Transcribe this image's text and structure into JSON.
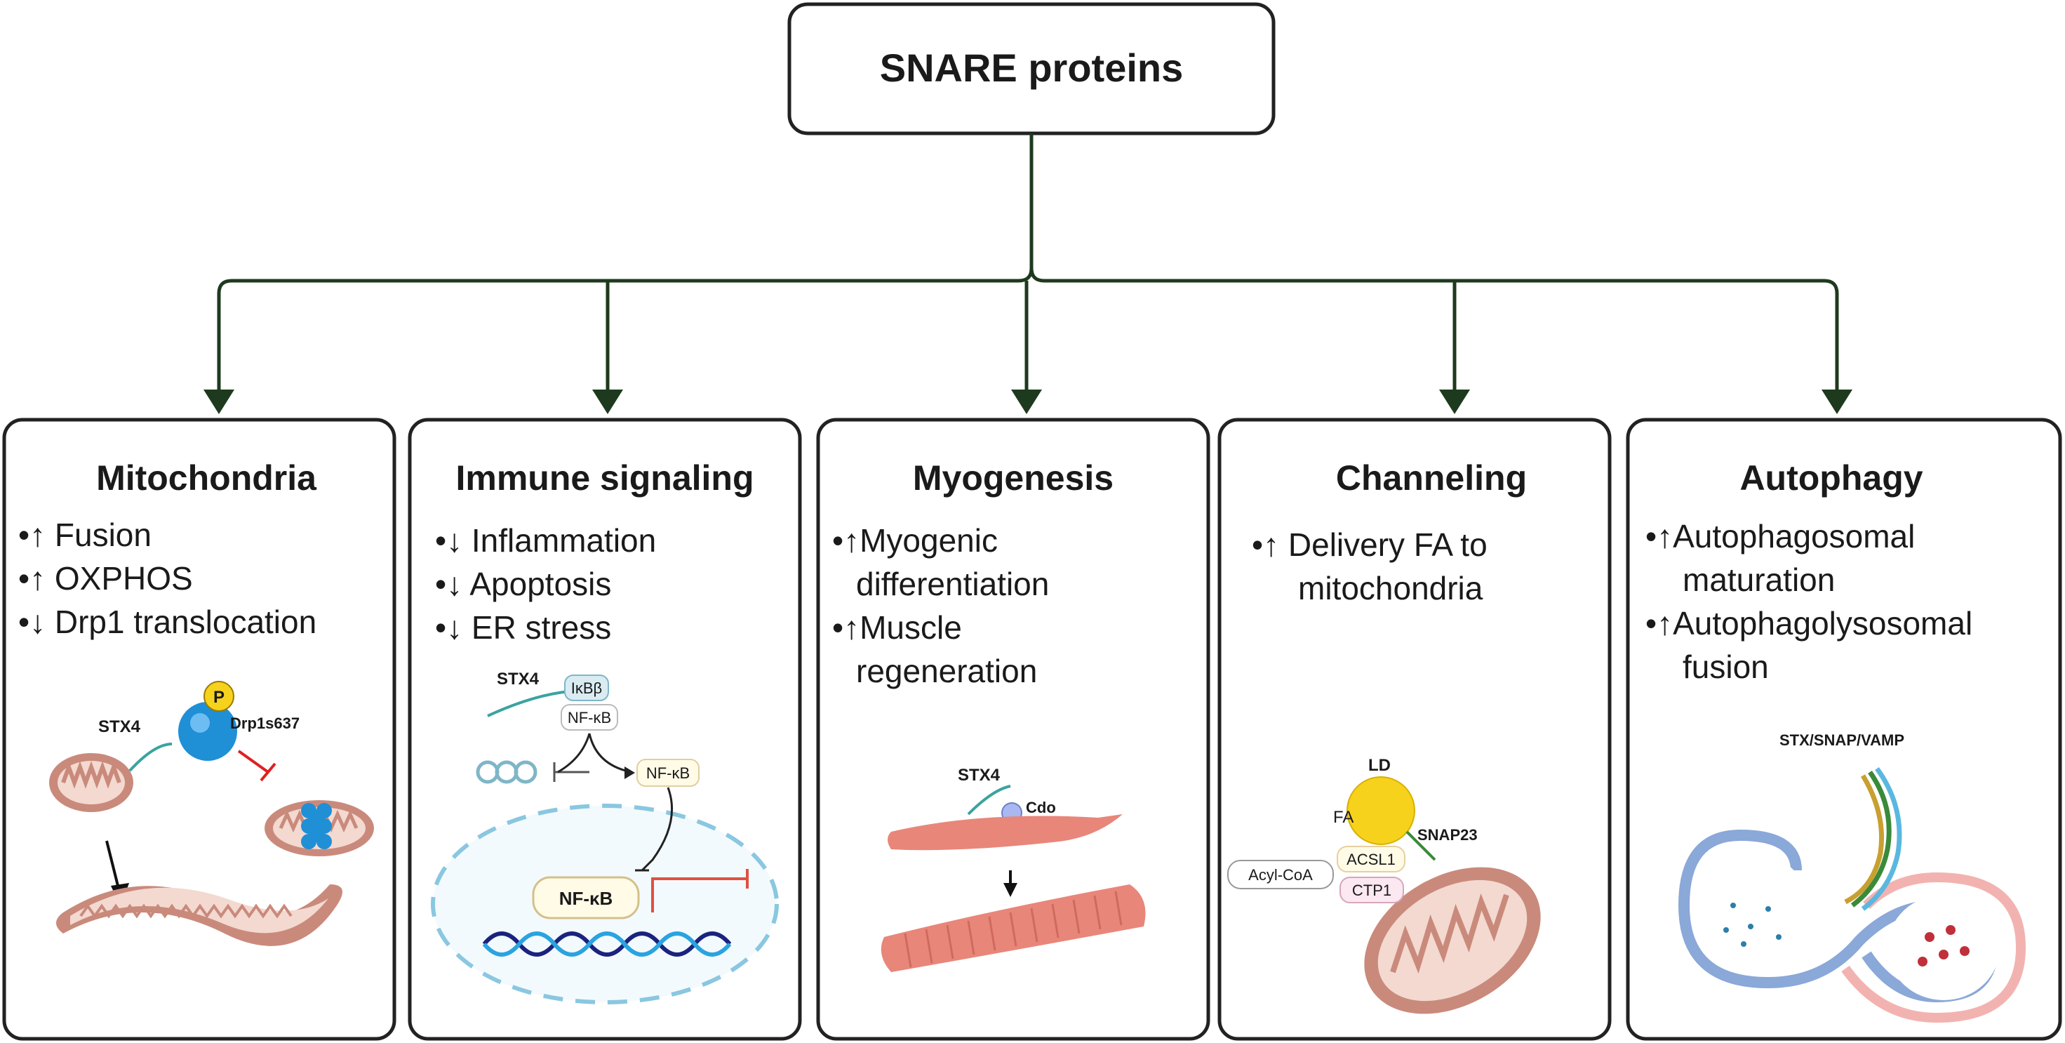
{
  "root": {
    "title": "SNARE proteins"
  },
  "panels": [
    {
      "title": "Mitochondria",
      "bullets": [
        {
          "arrow": "↑",
          "text": "Fusion"
        },
        {
          "arrow": "↑",
          "text": "OXPHOS"
        },
        {
          "arrow": "↓",
          "text": "Drp1 translocation"
        }
      ],
      "labels": {
        "stx": "STX4",
        "drp": "Drp1s637",
        "p": "P"
      }
    },
    {
      "title": "Immune signaling",
      "bullets": [
        {
          "arrow": "↓",
          "text": "Inflammation"
        },
        {
          "arrow": "↓",
          "text": "Apoptosis"
        },
        {
          "arrow": "↓",
          "text": "ER stress"
        }
      ],
      "labels": {
        "stx": "STX4",
        "ikb": "IκBβ",
        "nfkb1": "NF-κB",
        "nfkb2": "NF-κB",
        "nfkb3": "NF-κB"
      }
    },
    {
      "title": "Myogenesis",
      "bullets": [
        {
          "arrow": "↑",
          "text": "Myogenic"
        },
        {
          "arrow": "",
          "text": "differentiation"
        },
        {
          "arrow": "↑",
          "text": "Muscle"
        },
        {
          "arrow": "",
          "text": "regeneration"
        }
      ],
      "labels": {
        "stx": "STX4",
        "cdo": "Cdo"
      }
    },
    {
      "title": "Channeling",
      "bullets": [
        {
          "arrow": "↑",
          "text": "Delivery FA to"
        },
        {
          "arrow": "",
          "text": "mitochondria"
        }
      ],
      "labels": {
        "ld": "LD",
        "fa": "FA",
        "snap": "SNAP23",
        "acsl": "ACSL1",
        "acyl": "Acyl-CoA",
        "ctp": "CTP1"
      }
    },
    {
      "title": "Autophagy",
      "bullets": [
        {
          "arrow": "↑",
          "text": "Autophagosomal"
        },
        {
          "arrow": "",
          "text": "maturation"
        },
        {
          "arrow": "↑",
          "text": "Autophagolysosomal"
        },
        {
          "arrow": "",
          "text": "fusion"
        }
      ],
      "labels": {
        "stx": "STX/SNAP/VAMP"
      }
    }
  ],
  "colors": {
    "line": "#1e3a1e",
    "mito_outer": "#c98a7c",
    "mito_inner": "#f3d9d0",
    "blue": "#1f8fd6",
    "yellow": "#f7d21c",
    "muscle": "#e8867a",
    "teal": "#3ba3a0"
  }
}
